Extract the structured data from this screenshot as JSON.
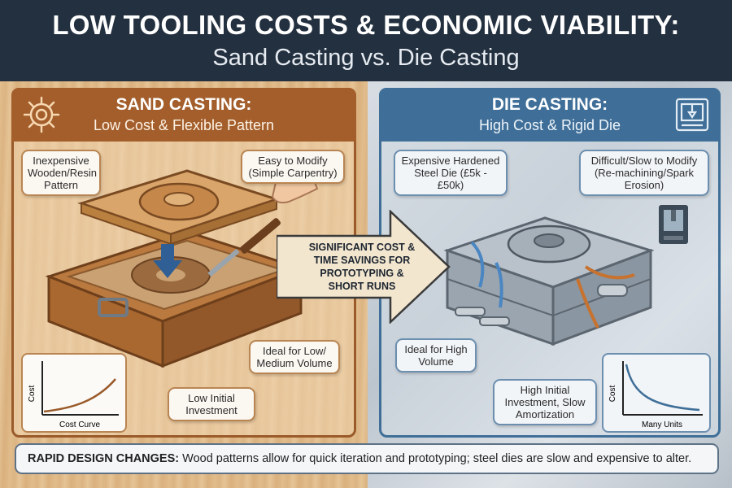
{
  "header": {
    "title": "LOW TOOLING COSTS & ECONOMIC VIABILITY:",
    "subtitle": "Sand Casting vs. Die Casting"
  },
  "sand": {
    "title": "SAND CASTING:",
    "subtitle": "Low Cost & Flexible Pattern",
    "labels": {
      "pattern": "Inexpensive Wooden/Resin Pattern",
      "modify": "Easy to Modify (Simple Carpentry)",
      "volume": "Ideal for Low/ Medium Volume",
      "investment": "Low Initial Investment"
    },
    "graph": {
      "ylabel": "Cost",
      "xlabel": "Cost Curve"
    }
  },
  "die": {
    "title": "DIE CASTING:",
    "subtitle": "High Cost & Rigid Die",
    "labels": {
      "die": "Expensive Hardened Steel Die (£5k - £50k)",
      "modify": "Difficult/Slow to Modify (Re-machining/Spark Erosion)",
      "volume": "Ideal for High Volume",
      "investment": "High Initial Investment, Slow Amortization"
    },
    "graph": {
      "ylabel": "Cost",
      "xlabel": "Many Units"
    }
  },
  "center_arrow": "SIGNIFICANT COST & TIME SAVINGS FOR PROTOTYPING & SHORT RUNS",
  "footer": {
    "lead": "RAPID DESIGN CHANGES:",
    "text": "Wood patterns allow for quick iteration and prototyping; steel dies are slow and expensive to alter."
  },
  "colors": {
    "header_bg": "#23303f",
    "sand_accent": "#a35e2b",
    "die_accent": "#3f6f98",
    "wood": "#e2bd8c",
    "steel": "#c5cdd5"
  }
}
